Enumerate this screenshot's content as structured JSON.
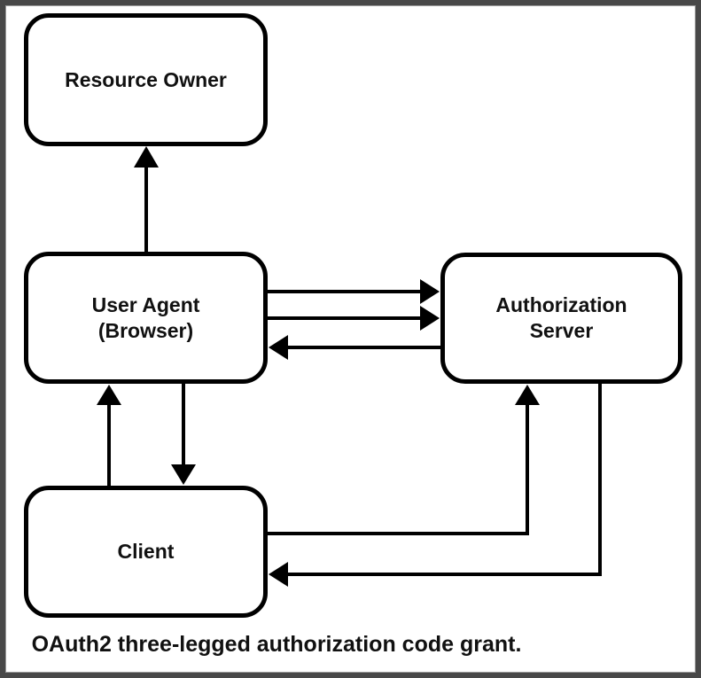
{
  "diagram": {
    "caption": "OAuth2 three-legged authorization code grant.",
    "nodes": {
      "resource_owner": {
        "label": "Resource Owner"
      },
      "user_agent": {
        "line1": "User Agent",
        "line2": "(Browser)"
      },
      "authorization_server": {
        "line1": "Authorization",
        "line2": "Server"
      },
      "client": {
        "label": "Client"
      }
    },
    "edges": [
      {
        "from": "User Agent (Browser)",
        "to": "Resource Owner",
        "arrow": "up"
      },
      {
        "from": "User Agent (Browser)",
        "to": "Authorization Server",
        "arrow": "right"
      },
      {
        "from": "User Agent (Browser)",
        "to": "Authorization Server",
        "arrow": "right"
      },
      {
        "from": "Authorization Server",
        "to": "User Agent (Browser)",
        "arrow": "left"
      },
      {
        "from": "Client",
        "to": "User Agent (Browser)",
        "arrow": "up"
      },
      {
        "from": "User Agent (Browser)",
        "to": "Client",
        "arrow": "down"
      },
      {
        "from": "Client",
        "to": "Authorization Server",
        "arrow": "right-then-up"
      },
      {
        "from": "Authorization Server",
        "to": "Client",
        "arrow": "down-then-left"
      }
    ],
    "colors": {
      "line": "#000000",
      "box_border": "#000000",
      "box_fill": "#ffffff",
      "background": "#ffffff",
      "frame": "#484848",
      "text": "#111111"
    }
  }
}
